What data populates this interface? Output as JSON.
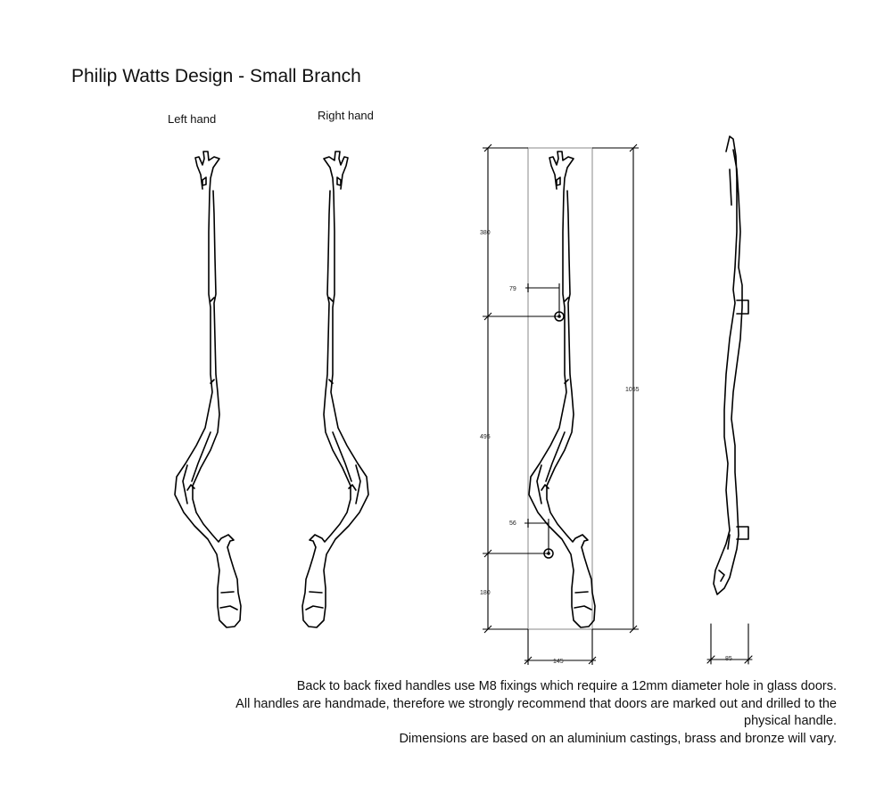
{
  "title": "Philip Watts Design - Small Branch",
  "views": {
    "left_label": "Left hand",
    "right_label": "Right hand"
  },
  "dimensions": {
    "top_section": "380",
    "upper_offset": "79",
    "middle_section": "495",
    "lower_offset": "56",
    "bottom_section": "180",
    "overall_length": "1055",
    "width": "145",
    "depth": "85"
  },
  "notes": [
    "Back to back fixed handles use M8 fixings which require a 12mm diameter hole in glass doors.",
    "All handles are handmade, therefore we strongly recommend that doors are marked out and drilled to the physical handle.",
    "Dimensions are based on an aluminium castings, brass and bronze will vary."
  ]
}
